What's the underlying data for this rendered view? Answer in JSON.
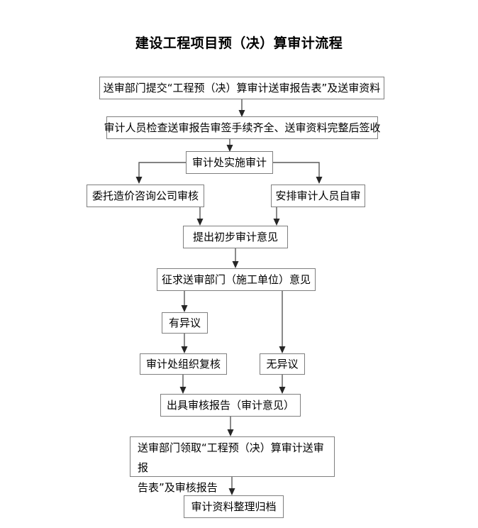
{
  "title": "建设工程项目预（决）算审计流程",
  "colors": {
    "box_border": "#7f7f7f",
    "connector": "#595959",
    "arrow_head": "#262626",
    "text": "#000000",
    "background": "#ffffff"
  },
  "nodes": {
    "submit_report": "送审部门提交“工程预（决）算审计送审报告表”及送审资料",
    "check_signature": "审计人员检查送审报告审签手续齐全、送审资料完整后签收",
    "audit_office_execute": "审计处实施审计",
    "entrust_cost_company": "委托造价咨询公司审核",
    "arrange_self_audit": "安排审计人员自审",
    "preliminary_opinion": "提出初步审计意见",
    "solicit_opinion": "征求送审部门（施工单位）意见",
    "has_objection": "有异议",
    "reexamine": "审计处组织复核",
    "no_objection": "无异议",
    "issue_report": "出具审核报告（审计意见）",
    "collect_report_line1": "送审部门领取“工程预（决）算审计送审报",
    "collect_report_line2": "告表”及审核报告",
    "archive": "审计资料整理归档"
  },
  "flow_edges": [
    {
      "from": "submit_report",
      "to": "check_signature"
    },
    {
      "from": "check_signature",
      "to": "audit_office_execute"
    },
    {
      "from": "audit_office_execute",
      "to": "entrust_cost_company"
    },
    {
      "from": "audit_office_execute",
      "to": "arrange_self_audit"
    },
    {
      "from": "entrust_cost_company",
      "to": "preliminary_opinion"
    },
    {
      "from": "arrange_self_audit",
      "to": "preliminary_opinion"
    },
    {
      "from": "preliminary_opinion",
      "to": "solicit_opinion"
    },
    {
      "from": "solicit_opinion",
      "to": "has_objection"
    },
    {
      "from": "solicit_opinion",
      "to": "no_objection"
    },
    {
      "from": "has_objection",
      "to": "reexamine"
    },
    {
      "from": "reexamine",
      "to": "issue_report"
    },
    {
      "from": "no_objection",
      "to": "issue_report"
    },
    {
      "from": "issue_report",
      "to": "collect_report"
    },
    {
      "from": "collect_report",
      "to": "archive"
    }
  ]
}
